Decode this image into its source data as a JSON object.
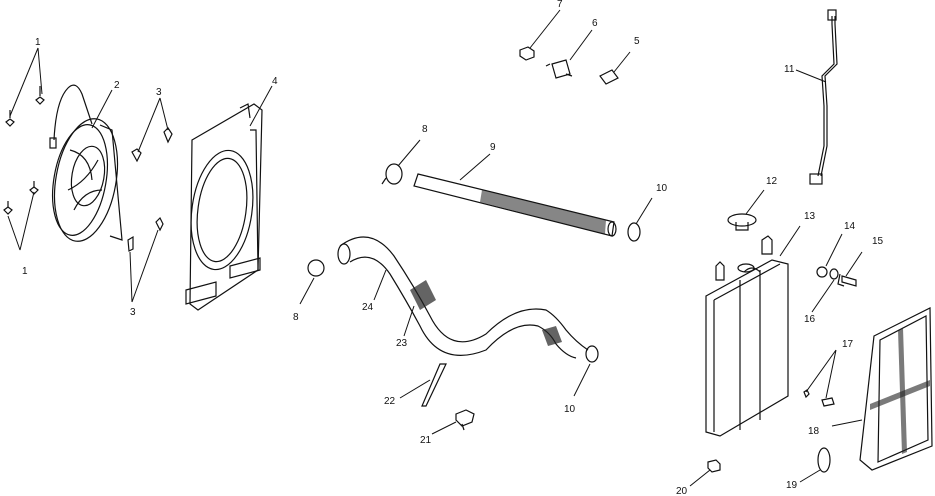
{
  "diagram": {
    "type": "exploded parts diagram",
    "callouts": [
      "1",
      "1",
      "2",
      "3",
      "3",
      "4",
      "5",
      "6",
      "7",
      "8",
      "8",
      "9",
      "10",
      "10",
      "11",
      "12",
      "13",
      "14",
      "15",
      "16",
      "17",
      "18",
      "19",
      "20",
      "21",
      "22",
      "23",
      "24"
    ]
  }
}
